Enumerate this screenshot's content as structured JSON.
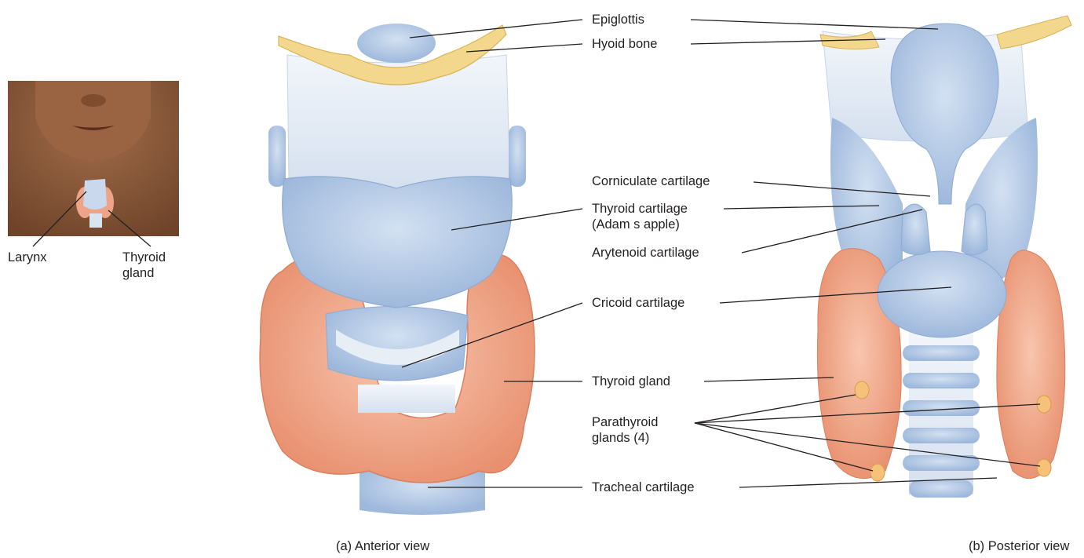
{
  "thumbnail": {
    "larynx_label": "Larynx",
    "thyroid_gland_label_line1": "Thyroid",
    "thyroid_gland_label_line2": "gland"
  },
  "labels": {
    "epiglottis": "Epiglottis",
    "hyoid_bone": "Hyoid bone",
    "corniculate_cartilage": "Corniculate cartilage",
    "thyroid_cartilage_line1": "Thyroid cartilage",
    "thyroid_cartilage_line2": "(Adam s apple)",
    "arytenoid_cartilage": "Arytenoid cartilage",
    "cricoid_cartilage": "Cricoid cartilage",
    "thyroid_gland": "Thyroid gland",
    "parathyroid_line1": "Parathyroid",
    "parathyroid_line2": "glands (4)",
    "tracheal_cartilage": "Tracheal cartilage"
  },
  "captions": {
    "anterior": "(a) Anterior view",
    "posterior": "(b) Posterior view"
  },
  "colors": {
    "cartilage": "#b9cde6",
    "cartilage_dark": "#8fabd3",
    "ligament": "#e8eef6",
    "hyoid": "#f3d78c",
    "thyroid_tissue": "#f2a98c",
    "thyroid_dark": "#e48b6c",
    "parathyroid": "#f6c27a",
    "skin": "#8a5a3c",
    "leader_line": "#231f20"
  }
}
